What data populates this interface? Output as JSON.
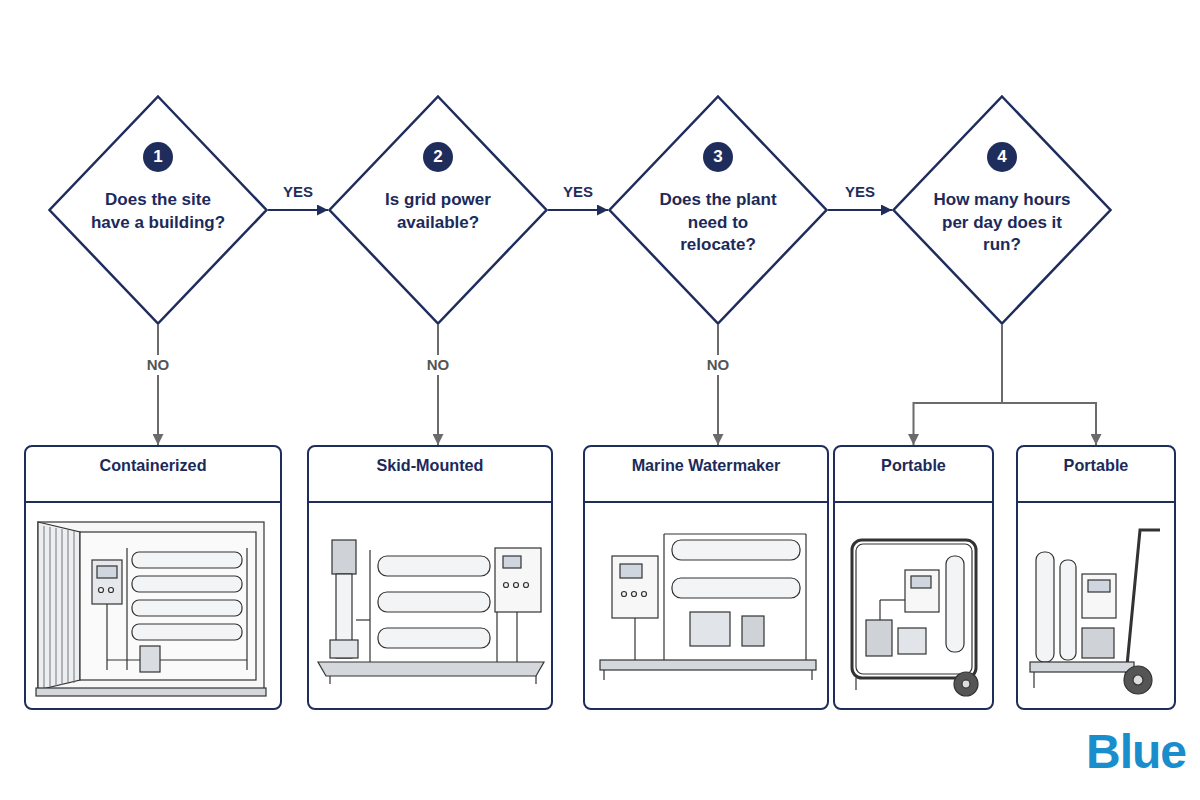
{
  "diagram": {
    "nodes": [
      {
        "text": [
          "Does the site have a building?"
        ]
      },
      {
        "text": [
          "1"
        ],
        "in": 0
      },
      {
        "text": [
          "Is grid power available?"
        ]
      },
      {
        "text": [
          "2"
        ],
        "in": 2
      },
      {
        "text": [
          "Does the plant need to relocate?"
        ]
      },
      {
        "text": [
          "3"
        ],
        "in": 4
      },
      {
        "text": [
          "How many hours per day does it run?"
        ]
      },
      {
        "text": [
          "4"
        ],
        "in": 6
      },
      {
        "text": [
          "Containerized"
        ]
      },
      {
        "text": [
          "Skid-Mounted"
        ]
      },
      {
        "text": [
          "Marine Watermaker"
        ]
      },
      {
        "text": [
          "Portable"
        ]
      },
      {
        "text": [
          "Portable"
        ]
      }
    ],
    "edges": [
      {
        "from": 0,
        "to": 2,
        "label": "YES",
        "arrow": "to"
      },
      {
        "from": 0,
        "to": 8,
        "label": "NO",
        "arrow": "to"
      },
      {
        "from": 2,
        "to": 4,
        "label": "YES",
        "arrow": "to"
      },
      {
        "from": 2,
        "to": 9,
        "label": "NO",
        "arrow": "to"
      },
      {
        "from": 4,
        "to": 6,
        "label": "YES",
        "arrow": "to"
      },
      {
        "from": 4,
        "to": 10,
        "label": "NO",
        "arrow": "to"
      },
      {
        "from": 6,
        "to": 11,
        "arrow": "to"
      },
      {
        "from": 6,
        "to": 12,
        "arrow": "to"
      }
    ],
    "labels": [
      "Blue"
    ]
  }
}
